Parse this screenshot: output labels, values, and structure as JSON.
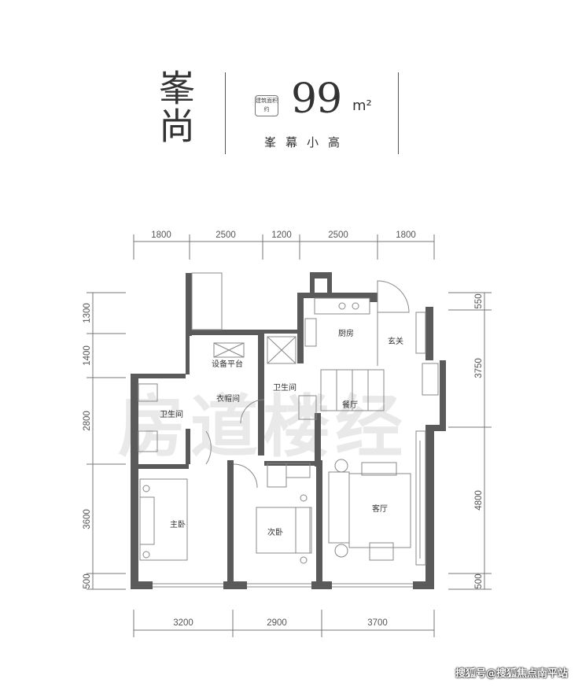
{
  "header": {
    "name": "峯尚",
    "badge": "建筑面积约",
    "area_value": "99",
    "area_unit": "m²",
    "subtitle": "峯幕小高"
  },
  "watermark": "房道楼经",
  "dimensions": {
    "top": [
      "1800",
      "2500",
      "1200",
      "2500",
      "1800"
    ],
    "bottom": [
      "3200",
      "2900",
      "3700"
    ],
    "left": [
      "1300",
      "1400",
      "2800",
      "3600",
      "500"
    ],
    "right": [
      "550",
      "3750",
      "4800",
      "500"
    ]
  },
  "rooms": {
    "kitchen": "厨房",
    "entrance": "玄关",
    "equipment": "设备平台",
    "bath1": "卫生间",
    "bath2": "卫生间",
    "closet": "衣帽间",
    "dining": "餐厅",
    "master": "主卧",
    "second": "次卧",
    "living": "客厅"
  },
  "footer": "搜狐号@搜狐焦点南平站",
  "colors": {
    "wall": "#5a5a5a",
    "line": "#777777",
    "text": "#333333"
  }
}
